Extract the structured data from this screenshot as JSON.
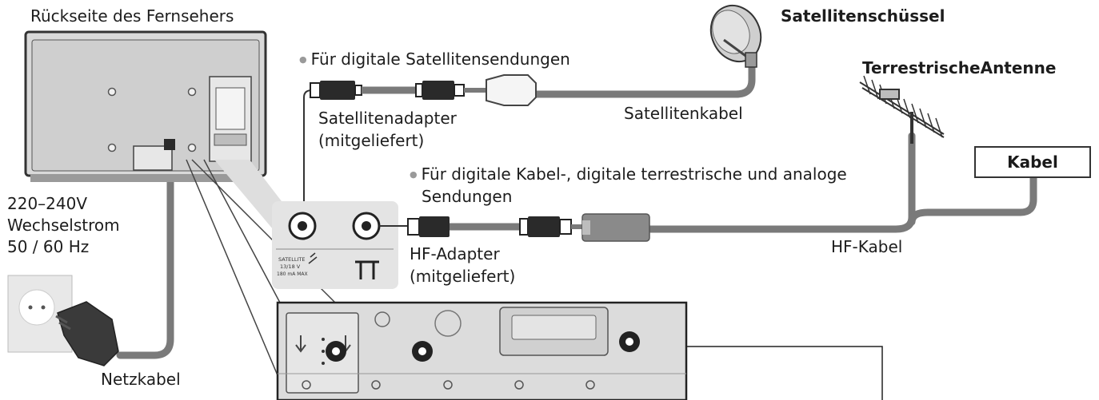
{
  "labels": {
    "tv_back": "Rückseite des Fernsehers",
    "satellite_dish": "Satellitenschüssel",
    "terrestrial_antenna": "TerrestrischeAntenne",
    "cable_box": "Kabel",
    "sat_note": "Für digitale Satellitensendungen",
    "sat_adapter_line1": "Satellitenadapter",
    "sat_adapter_line2": "(mitgeliefert)",
    "sat_cable": "Satellitenkabel",
    "cable_note_line1": "Für digitale Kabel-, digitale terrestrische und analoge",
    "cable_note_line2": "Sendungen",
    "hf_adapter_line1": "HF-Adapter",
    "hf_adapter_line2": "(mitgeliefert)",
    "hf_cable": "HF-Kabel",
    "power_line1": "220–240V",
    "power_line2": "Wechselstrom",
    "power_line3": "50 / 60 Hz",
    "power_cable": "Netzkabel"
  },
  "panel_markings": {
    "satellite_title": "SATELLITE",
    "satellite_voltage": "13/18 V",
    "satellite_current": "180 mA MAX"
  },
  "colors": {
    "cable": "#7a7a7a",
    "tv_body": "#d9d9d9",
    "panel_bg": "#e4e4e4",
    "connector_dark": "#2a2a2a"
  }
}
